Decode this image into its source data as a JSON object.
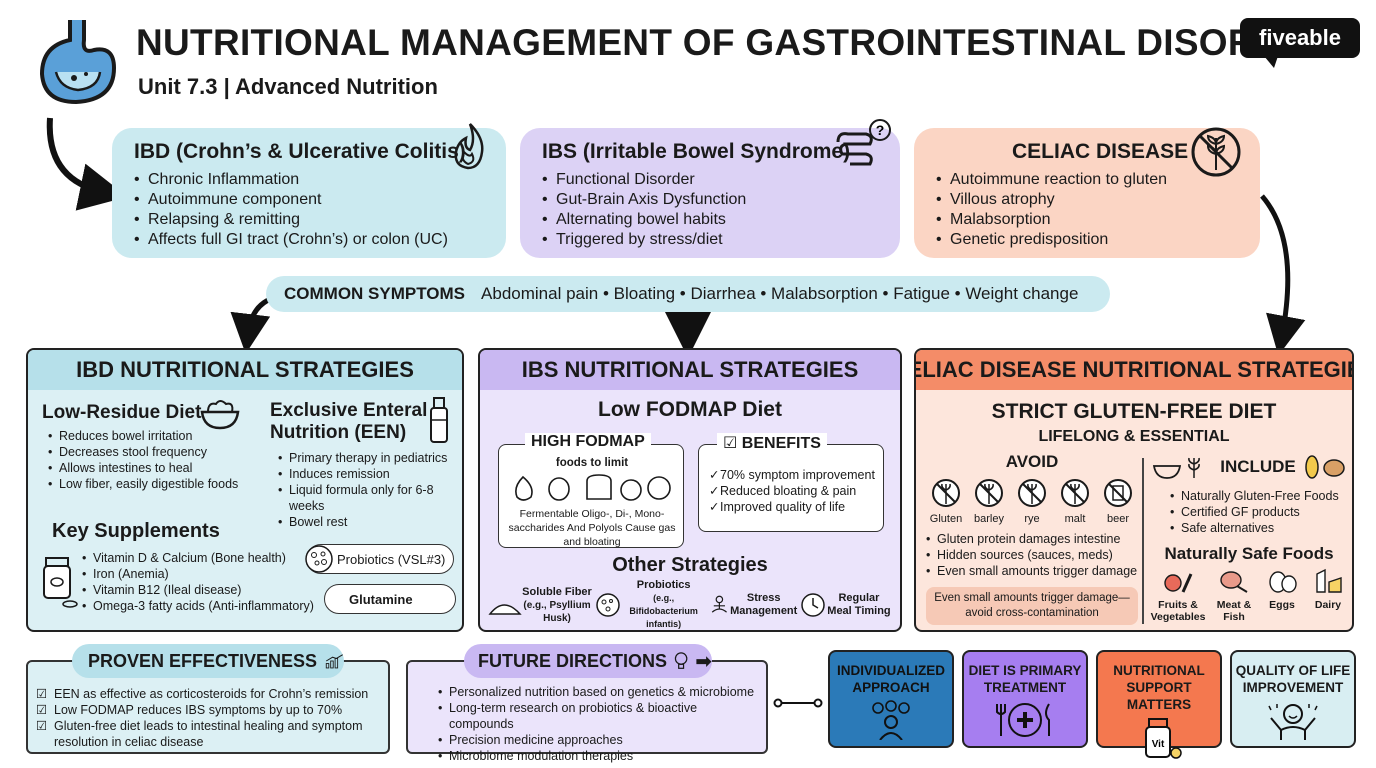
{
  "header": {
    "title": "NUTRITIONAL MANAGEMENT OF GASTROINTESTINAL DISORDERS",
    "subtitle": "Unit 7.3 | Advanced Nutrition",
    "brand": "fiveable"
  },
  "cards": {
    "ibd": {
      "title": "IBD (Crohn’s & Ulcerative Colitis)",
      "items": [
        "Chronic Inflammation",
        "Autoimmune component",
        "Relapsing & remitting",
        "Affects full GI tract (Crohn’s) or colon (UC)"
      ]
    },
    "ibs": {
      "title": "IBS (Irritable Bowel Syndrome)",
      "items": [
        "Functional Disorder",
        "Gut-Brain Axis Dysfunction",
        "Alternating bowel habits",
        "Triggered by stress/diet"
      ]
    },
    "celiac": {
      "title": "CELIAC DISEASE",
      "items": [
        "Autoimmune reaction to gluten",
        "Villous atrophy",
        "Malabsorption",
        "Genetic predisposition"
      ]
    }
  },
  "symptoms": {
    "label": "COMMON SYMPTOMS",
    "text": "Abdominal pain • Bloating • Diarrhea • Malabsorption • Fatigue • Weight change"
  },
  "ibd_strategies": {
    "title": "IBD NUTRITIONAL STRATEGIES",
    "low_residue": {
      "title": "Low-Residue Diet",
      "items": [
        "Reduces bowel irritation",
        "Decreases stool frequency",
        "Allows intestines to heal",
        "Low fiber, easily digestible foods"
      ]
    },
    "een": {
      "title_line1": "Exclusive Enteral",
      "title_line2": "Nutrition (EEN)",
      "items": [
        "Primary therapy in pediatrics",
        "Induces remission",
        "Liquid formula only for 6-8 weeks",
        "Bowel rest"
      ]
    },
    "supplements": {
      "title": "Key Supplements",
      "items": [
        "Vitamin D & Calcium (Bone health)",
        "Iron (Anemia)",
        "Vitamin B12 (Ileal disease)",
        "Omega-3 fatty acids (Anti-inflammatory)"
      ],
      "probiotics": "Probiotics (VSL#3)",
      "glutamine": "Glutamine"
    }
  },
  "ibs_strategies": {
    "title": "IBS NUTRITIONAL STRATEGIES",
    "diet": "Low FODMAP Diet",
    "high_fodmap": {
      "title": "HIGH FODMAP",
      "subtitle": "foods to limit",
      "desc": "Fermentable Oligo-, Di-, Mono-saccharides And Polyols Cause gas and bloating"
    },
    "benefits": {
      "title": "BENEFITS",
      "items": [
        "70% symptom improvement",
        "Reduced bloating & pain",
        "Improved quality of life"
      ]
    },
    "other_title": "Other Strategies",
    "other": [
      {
        "label": "Soluble Fiber",
        "sub": "(e.g., Psyllium Husk)"
      },
      {
        "label": "Probiotics",
        "sub": "(e.g., Bifidobacterium infantis)"
      },
      {
        "label": "Stress Management",
        "sub": ""
      },
      {
        "label": "Regular Meal Timing",
        "sub": ""
      }
    ]
  },
  "celiac_strategies": {
    "title": "CELIAC DISEASE NUTRITIONAL STRATEGIES",
    "diet": "STRICT GLUTEN-FREE DIET",
    "diet_sub": "LIFELONG & ESSENTIAL",
    "avoid": {
      "title": "AVOID",
      "grains": [
        "Gluten",
        "barley",
        "rye",
        "malt",
        "beer"
      ],
      "items": [
        "Gluten protein damages intestine",
        "Hidden sources (sauces, meds)",
        "Even small amounts trigger damage"
      ],
      "note": "Even small amounts trigger damage—avoid cross-contamination"
    },
    "include": {
      "title": "INCLUDE",
      "items": [
        "Naturally Gluten-Free Foods",
        "Certified GF products",
        "Safe alternatives"
      ]
    },
    "safe_title": "Naturally Safe Foods",
    "safe_foods": [
      "Fruits & Vegetables",
      "Meat & Fish",
      "Eggs",
      "Dairy"
    ]
  },
  "proven": {
    "title": "PROVEN EFFECTIVENESS",
    "items": [
      "EEN as effective as corticosteroids for Crohn’s remission",
      "Low FODMAP reduces IBS symptoms by up to 70%",
      "Gluten-free diet leads to intestinal healing and symptom resolution in celiac disease"
    ]
  },
  "future": {
    "title": "FUTURE DIRECTIONS",
    "items": [
      "Personalized nutrition based on genetics & microbiome",
      "Long-term research on probiotics & bioactive compounds",
      "Precision medicine approaches",
      "Microbiome modulation therapies"
    ]
  },
  "tiles": [
    {
      "line1": "INDIVIDUALIZED",
      "line2": "APPROACH"
    },
    {
      "line1": "DIET IS PRIMARY",
      "line2": "TREATMENT"
    },
    {
      "line1": "NUTRITIONAL",
      "line2": "SUPPORT MATTERS"
    },
    {
      "line1": "QUALITY OF LIFE",
      "line2": "IMPROVEMENT"
    }
  ],
  "icons": {
    "stomach": "stomach-icon",
    "flame": "flame-icon",
    "intestine": "intestine-question-icon",
    "no_wheat": "no-wheat-icon",
    "vitamin_label": "Vit"
  },
  "colors": {
    "ibd": "#cbeaf0",
    "ibs": "#dcd2f5",
    "celiac": "#fbd5c4",
    "celiac_head": "#f48c68",
    "tile_blue": "#2b7ab8",
    "tile_purple": "#a67ef0",
    "tile_orange": "#f4784f",
    "tile_light": "#d8eef2"
  }
}
